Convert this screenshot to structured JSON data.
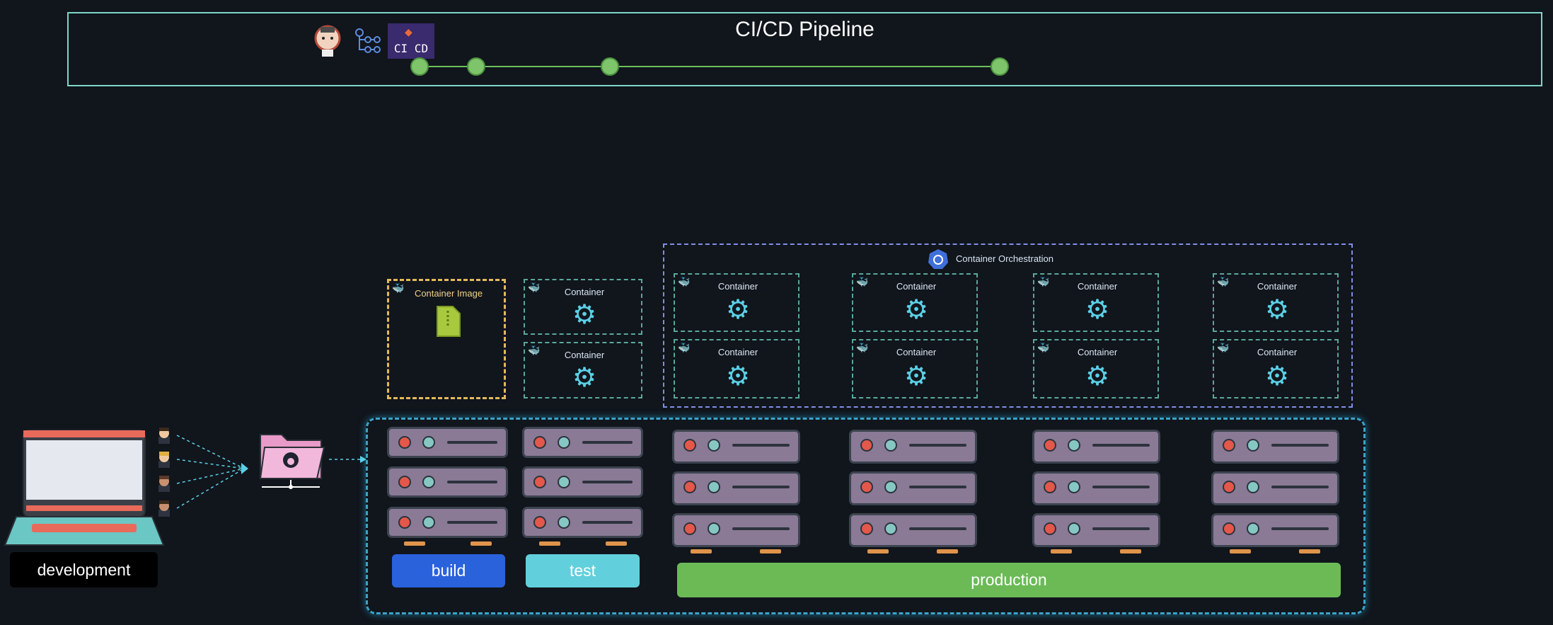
{
  "pipeline": {
    "title": "CI/CD Pipeline",
    "badge": "CI CD"
  },
  "orchestration": {
    "title": "Container Orchestration"
  },
  "image_box": {
    "title": "Container Image"
  },
  "container_label": "Container",
  "stages": {
    "development": "development",
    "build": "build",
    "test": "test",
    "production": "production"
  },
  "colors": {
    "background": "#11151c",
    "pipeline_border": "#7fd6c8",
    "build": "#2a62dc",
    "test": "#62cfdc",
    "production": "#6bba56",
    "image_box_border": "#e3b95a",
    "container_border": "#5aa89a",
    "orchestration_border": "#7f8fe6",
    "server_frame_border": "#3aa3c8"
  },
  "icons": [
    "jenkins-icon",
    "workflow-icon",
    "cicd-badge-icon",
    "kubernetes-icon",
    "docker-whale-icon",
    "gear-icon",
    "zip-file-icon",
    "git-folder-icon",
    "laptop-icon",
    "developer-avatar-icon"
  ]
}
